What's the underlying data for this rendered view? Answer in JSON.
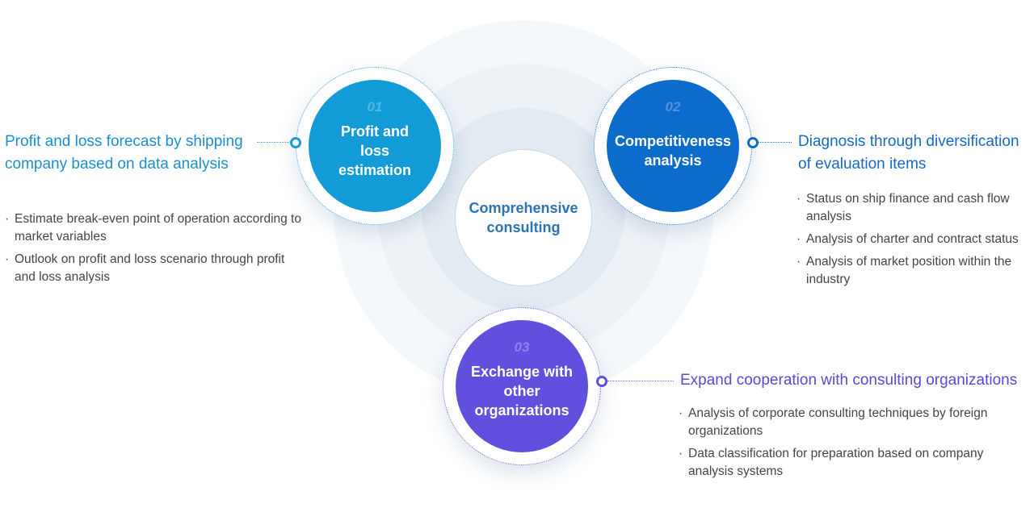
{
  "colors": {
    "node1": "#139bd8",
    "node2": "#0c6ccb",
    "node3": "#6150de",
    "center_text": "#2a73b5",
    "heading1": "#1a8fd0",
    "heading2": "#1768c4",
    "heading3": "#5a48d6"
  },
  "center": {
    "label": "Comprehensive consulting"
  },
  "nodes": [
    {
      "number": "01",
      "title": "Profit and loss estimation"
    },
    {
      "number": "02",
      "title": "Competitiveness analysis"
    },
    {
      "number": "03",
      "title": "Exchange with other organizations"
    }
  ],
  "sections": [
    {
      "heading": "Profit and loss forecast by shipping company based on data analysis",
      "bullets": [
        "Estimate break-even point of operation according to market variables",
        "Outlook on profit and loss scenario through profit and loss analysis"
      ]
    },
    {
      "heading": "Diagnosis through diversification of evaluation items",
      "bullets": [
        "Status on ship finance and cash flow analysis",
        "Analysis of charter and contract status",
        "Analysis of market position within the industry"
      ]
    },
    {
      "heading": "Expand cooperation with consulting organizations",
      "bullets": [
        "Analysis of corporate consulting techniques by foreign organizations",
        "Data classification for preparation based on company analysis systems"
      ]
    }
  ],
  "bullet_mark": "·"
}
